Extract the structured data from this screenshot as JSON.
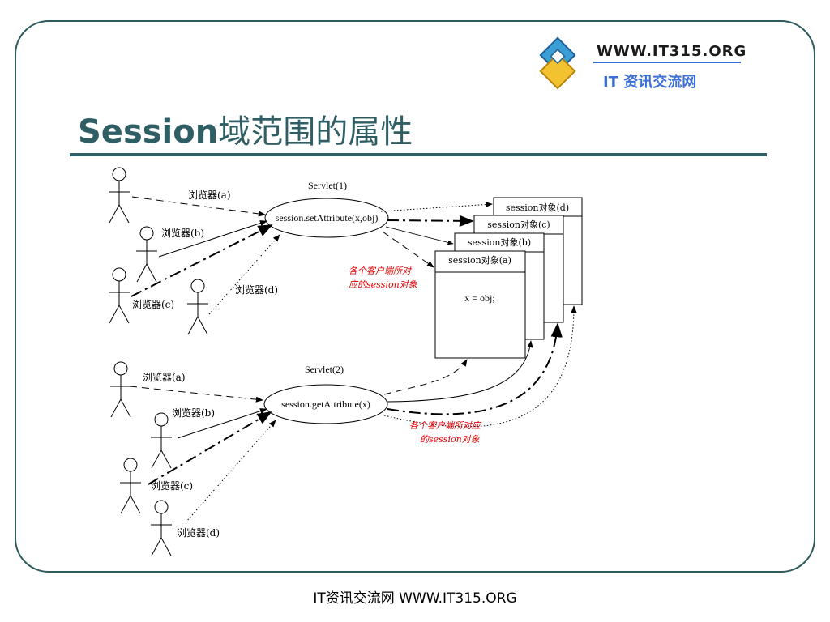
{
  "slide": {
    "title_latin": "Session",
    "title_cjk": "域范围的属性",
    "footer": "IT资讯交流网 WWW.IT315.ORG"
  },
  "logo": {
    "text": "WWW.IT315.ORG",
    "subtitle": "IT 资讯交流网"
  },
  "diagram": {
    "servlet1": {
      "label": "Servlet(1)",
      "call": "session.setAttribute(x,obj)"
    },
    "servlet2": {
      "label": "Servlet(2)",
      "call": "session.getAttribute(x)"
    },
    "browsers_top": [
      "浏览器(a)",
      "浏览器(b)",
      "浏览器(c)",
      "浏览器(d)"
    ],
    "browsers_bottom": [
      "浏览器(a)",
      "浏览器(b)",
      "浏览器(c)",
      "浏览器(d)"
    ],
    "session_objects": [
      "session对象(d)",
      "session对象(c)",
      "session对象(b)",
      "session对象(a)"
    ],
    "session_content": "x = obj;",
    "note_top_line1": "各个客户端所对",
    "note_top_line2": "应的session对象",
    "note_bottom_line1": "各个客户端所对应",
    "note_bottom_line2": "的session对象"
  },
  "colors": {
    "frame": "#2e5a5e",
    "title": "#2f5f64",
    "note": "#e00000",
    "logo_blue": "#3b6fd6",
    "logo_yellow": "#f2c230"
  }
}
